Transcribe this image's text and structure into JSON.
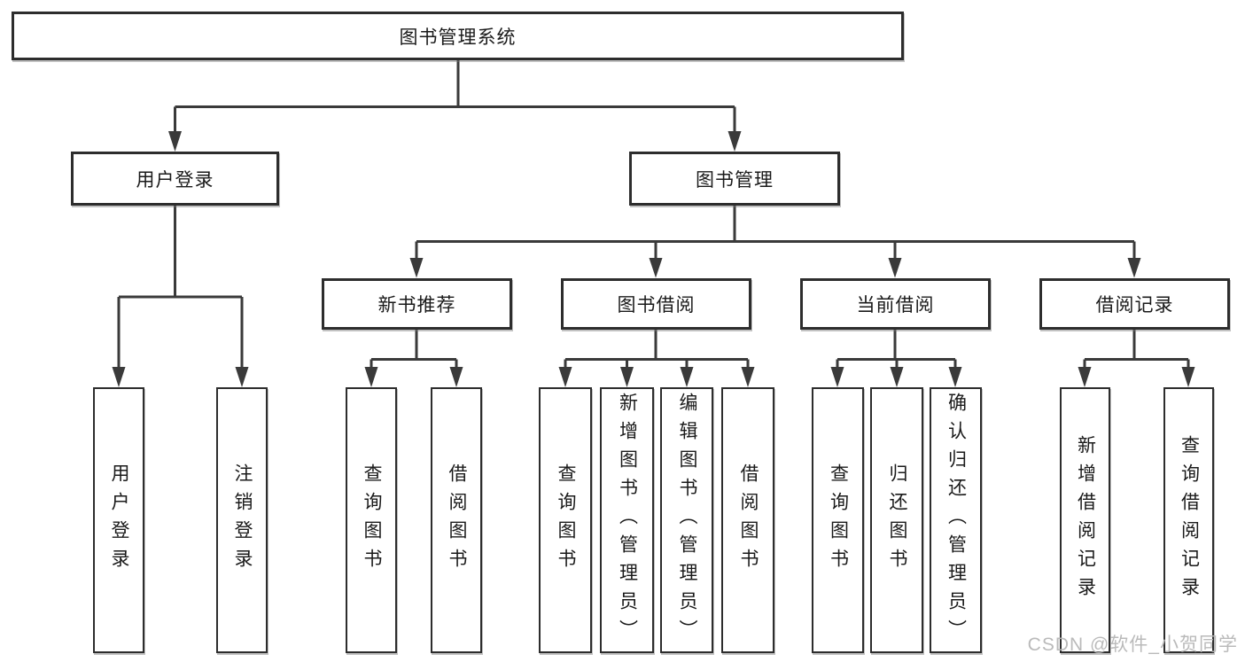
{
  "tree": {
    "root": {
      "label": "图书管理系统",
      "children": [
        {
          "label": "用户登录",
          "children": [
            {
              "label": "用户登录"
            },
            {
              "label": "注销登录"
            }
          ]
        },
        {
          "label": "图书管理",
          "children": [
            {
              "label": "新书推荐",
              "children": [
                {
                  "label": "查询图书"
                },
                {
                  "label": "借阅图书"
                }
              ]
            },
            {
              "label": "图书借阅",
              "children": [
                {
                  "label": "查询图书"
                },
                {
                  "label": "新增图书（管理员）"
                },
                {
                  "label": "编辑图书（管理员）"
                },
                {
                  "label": "借阅图书"
                }
              ]
            },
            {
              "label": "当前借阅",
              "children": [
                {
                  "label": "查询图书"
                },
                {
                  "label": "归还图书"
                },
                {
                  "label": "确认归还（管理员）"
                }
              ]
            },
            {
              "label": "借阅记录",
              "children": [
                {
                  "label": "新增借阅记录"
                },
                {
                  "label": "查询借阅记录"
                }
              ]
            }
          ]
        }
      ]
    }
  },
  "watermark": {
    "text": "CSDN @软件_小贺同学"
  },
  "colors": {
    "line": "#3a3a3a",
    "box_border": "#2d2d2d",
    "text": "#1a1a1a",
    "watermark": "#b7b7b7",
    "background": "#ffffff"
  }
}
